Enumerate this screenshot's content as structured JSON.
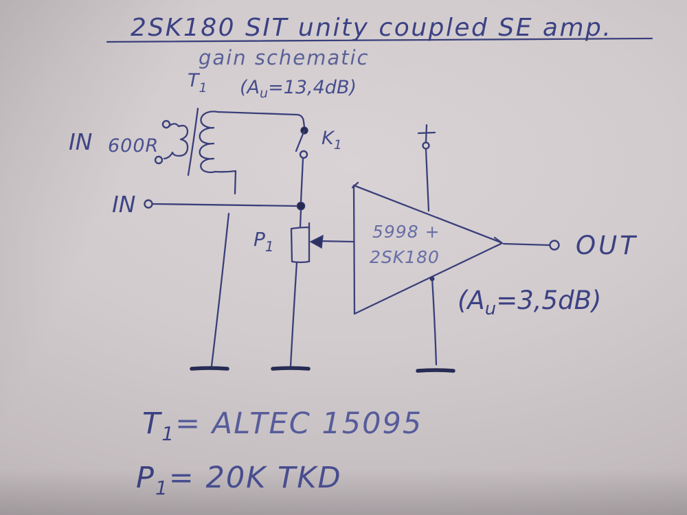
{
  "colors": {
    "ink": "#3a3f7a",
    "ink_dark": "#252a52",
    "paper": "#cdc7ca"
  },
  "title": "2SK180 SIT unity coupled SE amp.",
  "subtitle": "gain schematic",
  "transformer": {
    "ref_base": "T",
    "ref_sub": "1",
    "gain_pre": "(A",
    "gain_sub": "u",
    "gain_post": "=13,4dB)"
  },
  "input": {
    "top_label": "IN",
    "impedance": "600R",
    "bottom_label": "IN"
  },
  "relay": {
    "ref_base": "K",
    "ref_sub": "1"
  },
  "pot": {
    "ref_base": "P",
    "ref_sub": "1"
  },
  "amp": {
    "tube": "5998 +",
    "device": "2SK180",
    "supply_plus": "+",
    "gain_pre": "(A",
    "gain_sub": "u",
    "gain_post": "=3,5dB)"
  },
  "output": {
    "label": "OUT"
  },
  "notes": {
    "t1_base": "T",
    "t1_sub": "1",
    "t1_rest": "= ALTEC 15095",
    "p1_base": "P",
    "p1_sub": "1",
    "p1_rest": "= 20K TKD"
  }
}
